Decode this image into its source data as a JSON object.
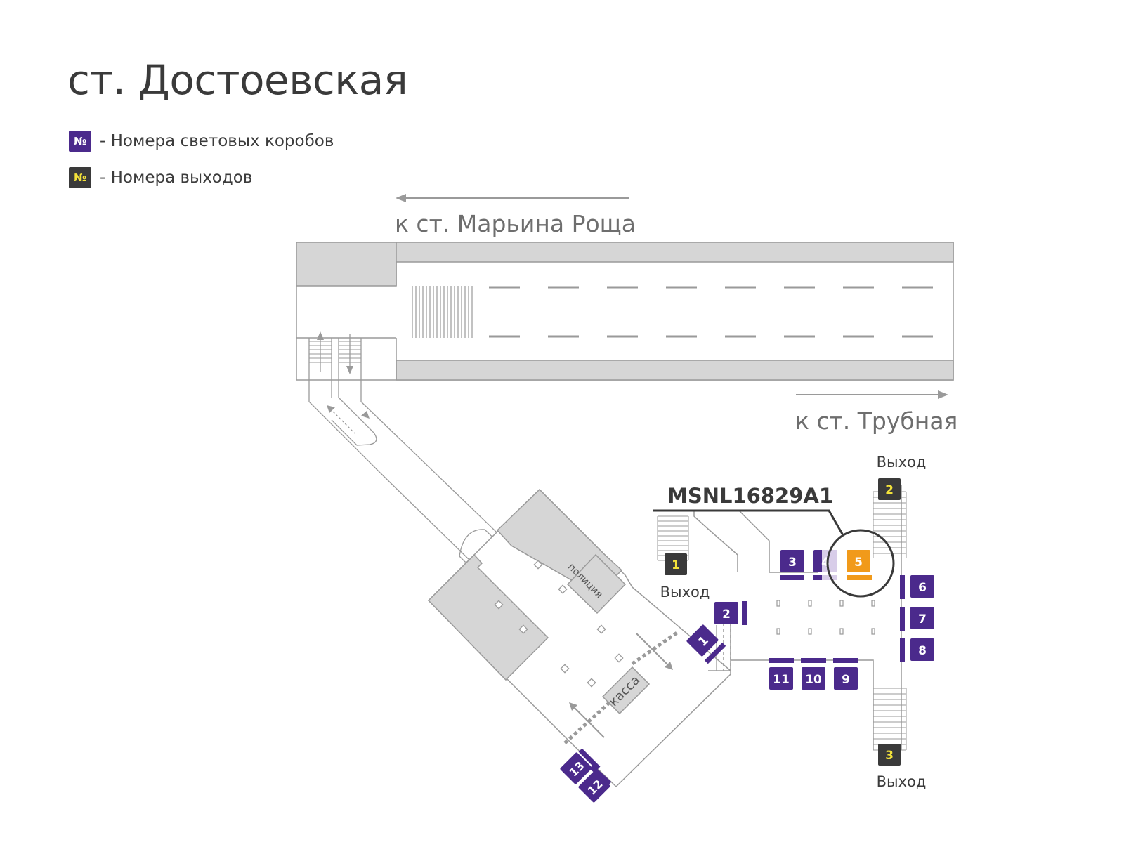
{
  "title": "ст. Достоевская",
  "legend": {
    "box_symbol": "№",
    "box_text": "- Номера световых коробов",
    "exit_symbol": "№",
    "exit_text": "- Номера выходов"
  },
  "directions": {
    "left": "к ст. Марьина Роща",
    "right": "к ст. Трубная"
  },
  "rooms": {
    "police": "полиция",
    "ticket": "касса"
  },
  "exits": [
    {
      "num": "1",
      "label": "Выход"
    },
    {
      "num": "2",
      "label": "Выход"
    },
    {
      "num": "3",
      "label": "Выход"
    }
  ],
  "boxes": [
    "1",
    "2",
    "3",
    "4",
    "5",
    "6",
    "7",
    "8",
    "9",
    "10",
    "11",
    "12",
    "13"
  ],
  "highlight": {
    "box": "5",
    "code": "MSNL16829A1"
  },
  "colors": {
    "box": "#4b2a8c",
    "exit": "#3a3a3a",
    "exit_text": "#f3e23a",
    "highlight": "#f19a1a",
    "wall": "#d6d6d6",
    "line": "#9a9a9a"
  }
}
